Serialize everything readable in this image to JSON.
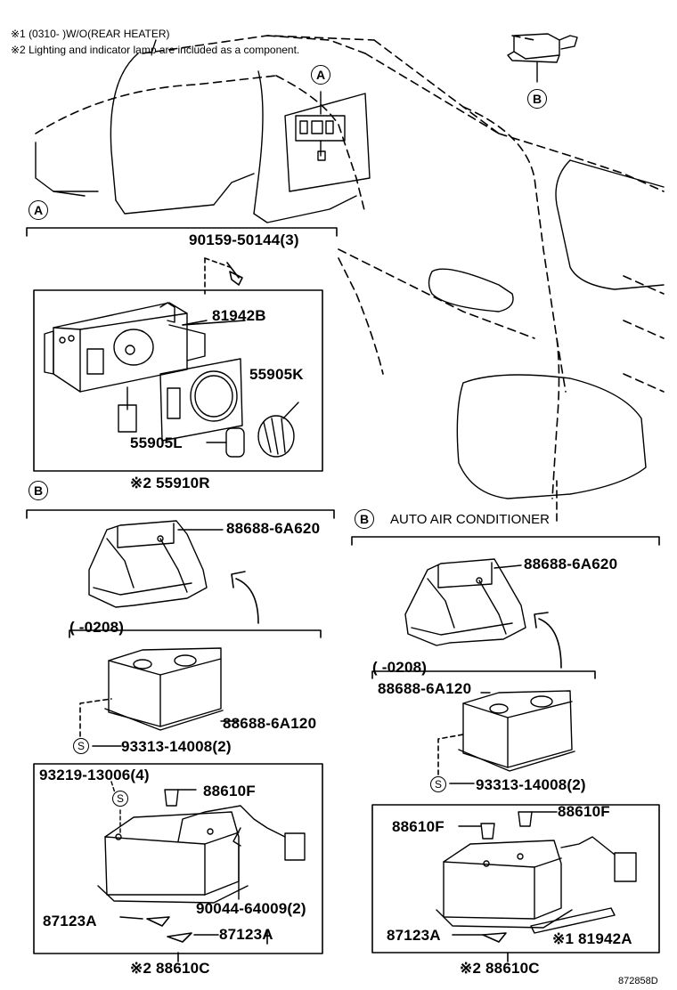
{
  "notes": {
    "note1": "※1 (0310-      )W/O(REAR HEATER)",
    "note2": "※2 Lighting and indicator lamp are included as a component."
  },
  "callouts": {
    "A": "A",
    "B": "B",
    "S": "S"
  },
  "section_b_right_title": "AUTO AIR CONDITIONER",
  "part_numbers": {
    "p90159": "90159-50144(3)",
    "p81942B": "81942B",
    "p55905K": "55905K",
    "p55905L": "55905L",
    "p55910R": "※2 55910R",
    "p88688_6A620_left": "88688-6A620",
    "period_0208_left": "(     -0208)",
    "p88688_6A120_left": "88688-6A120",
    "p93313_left": "93313-14008(2)",
    "p93219": "93219-13006(4)",
    "p88610F_left": "88610F",
    "p90044": "90044-64009(2)",
    "p87123A_left1": "87123A",
    "p87123A_left2": "87123A",
    "p88610C_left": "※2 88610C",
    "p88688_6A620_right": "88688-6A620",
    "period_0208_right": "(     -0208)",
    "p88688_6A120_right": "88688-6A120",
    "p93313_right": "93313-14008(2)",
    "p88610F_right1": "88610F",
    "p88610F_right2": "88610F",
    "p87123A_right": "87123A",
    "p81942A": "※1 81942A",
    "p88610C_right": "※2 88610C"
  },
  "diagram_code": "872858D"
}
